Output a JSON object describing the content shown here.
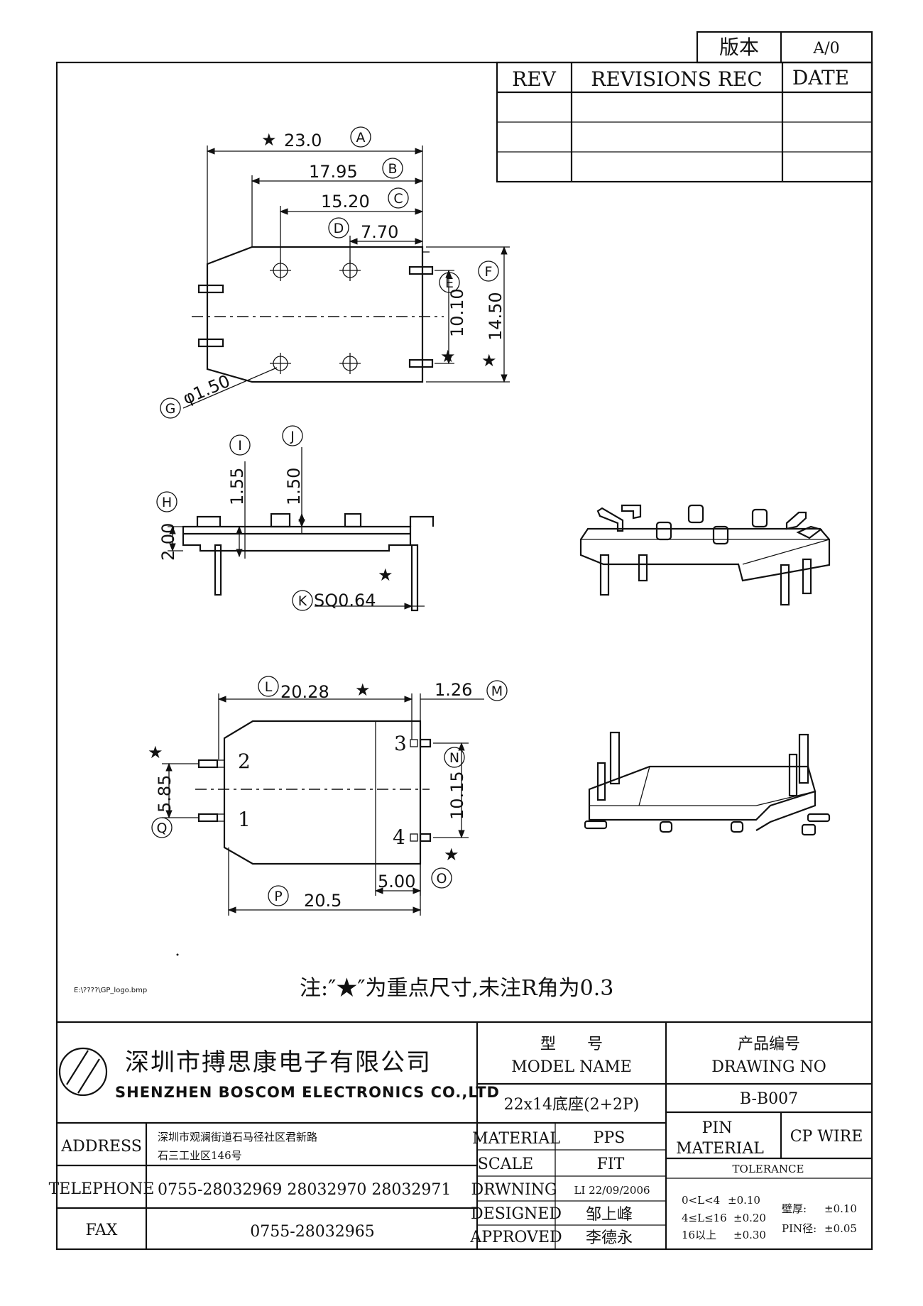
{
  "version_box": {
    "label": "版本",
    "value": "A/0"
  },
  "revisions": {
    "rev": "REV",
    "rec": "REVISIONS REC",
    "date": "DATE"
  },
  "top_view": {
    "dim_a": "23.0",
    "dim_b": "17.95",
    "dim_c": "15.20",
    "dim_d": "7.70",
    "dim_e": "10.10",
    "dim_f": "14.50",
    "dim_g": "φ1.50",
    "marks": [
      "A",
      "B",
      "C",
      "D",
      "E",
      "F",
      "G"
    ]
  },
  "side_view": {
    "dim_h": "2.00",
    "dim_i": "1.55",
    "dim_j": "1.50",
    "dim_k": "SQ0.64",
    "marks": [
      "H",
      "I",
      "J",
      "K"
    ]
  },
  "bottom_view": {
    "dim_l": "20.28",
    "dim_m": "1.26",
    "dim_n": "10.15",
    "dim_o": "5.00",
    "dim_p": "20.5",
    "dim_q": "5.85",
    "pins": [
      "1",
      "2",
      "3",
      "4"
    ],
    "marks": [
      "L",
      "M",
      "N",
      "O",
      "P",
      "Q"
    ]
  },
  "star": "★",
  "file_path": "E:\\????\\GP_logo.bmp",
  "note": "注:″★″为重点尺寸,未注R角为0.3",
  "title_block": {
    "company_cn": "深圳市搏思康电子有限公司",
    "company_en": "SHENZHEN BOSCOM ELECTRONICS CO.,LTD",
    "model_cn": "型　　号",
    "model_en": "MODEL NAME",
    "model_value": "22x14底座(2+2P)",
    "drawing_cn": "产品编号",
    "drawing_en": "DRAWING NO",
    "drawing_value": "B-B007",
    "address_label": "ADDRESS",
    "address_line1": "深圳市观澜街道石马径社区君新路",
    "address_line2": "石三工业区146号",
    "telephone_label": "TELEPHONE",
    "telephone_value": "0755-28032969 28032970 28032971",
    "fax_label": "FAX",
    "fax_value": "0755-28032965",
    "material_label": "MATERIAL",
    "material_value": "PPS",
    "scale_label": "SCALE",
    "scale_value": "FIT",
    "drawing_label": "DRWNING",
    "drawing_by": "LI 22/09/2006",
    "designed_label": "DESIGNED",
    "designed_by": "邹上峰",
    "approved_label": "APPROVED",
    "approved_by": "李德永",
    "pin_label_1": "PIN",
    "pin_label_2": "MATERIAL",
    "pin_material": "CP WIRE",
    "tolerance_label": "TOLERANCE",
    "tol_1": "0<L<4",
    "tol_1_val": "±0.10",
    "tol_2": "4≤L≤16",
    "tol_2_val": "±0.20",
    "tol_3": "16以上",
    "tol_3_val": "±0.30",
    "wall_label": "壁厚:",
    "wall_val": "±0.10",
    "pin_d_label": "PIN径:",
    "pin_d_val": "±0.05"
  }
}
